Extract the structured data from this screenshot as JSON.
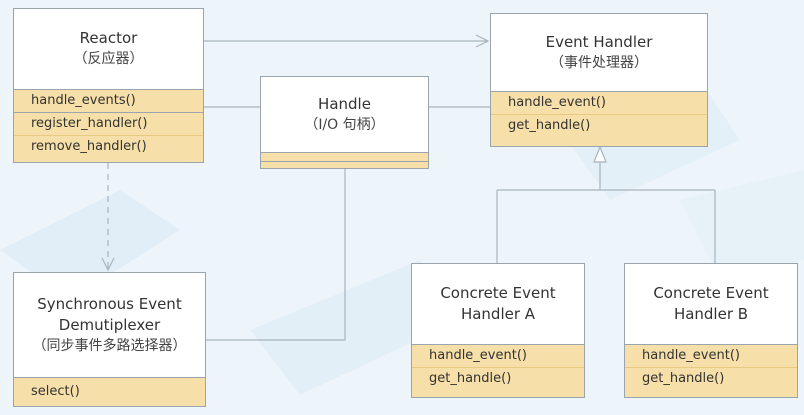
{
  "reactor": {
    "title": "Reactor",
    "subtitle": "（反应器）",
    "method_group1": [
      "handle_events()"
    ],
    "method_group2": [
      "register_handler()",
      "remove_handler()"
    ]
  },
  "handle": {
    "title": "Handle",
    "subtitle": "（I/O 句柄）"
  },
  "event_handler": {
    "title": "Event Handler",
    "subtitle": "（事件处理器）",
    "methods": [
      "handle_event()",
      "get_handle()"
    ]
  },
  "demultiplexer": {
    "title_line1": "Synchronous Event",
    "title_line2": "Demutiplexer",
    "subtitle": "（同步事件多路选择器）",
    "methods": [
      "select()"
    ]
  },
  "concrete_a": {
    "title_line1": "Concrete Event",
    "title_line2": "Handler A",
    "methods": [
      "handle_event()",
      "get_handle()"
    ]
  },
  "concrete_b": {
    "title_line1": "Concrete Event",
    "title_line2": "Handler B",
    "methods": [
      "handle_event()",
      "get_handle()"
    ]
  },
  "colors": {
    "box_border": "#9aa4ad",
    "method_fill": "#f6dfa8",
    "connector": "#a9b3bc",
    "background": "#eef5fa"
  }
}
